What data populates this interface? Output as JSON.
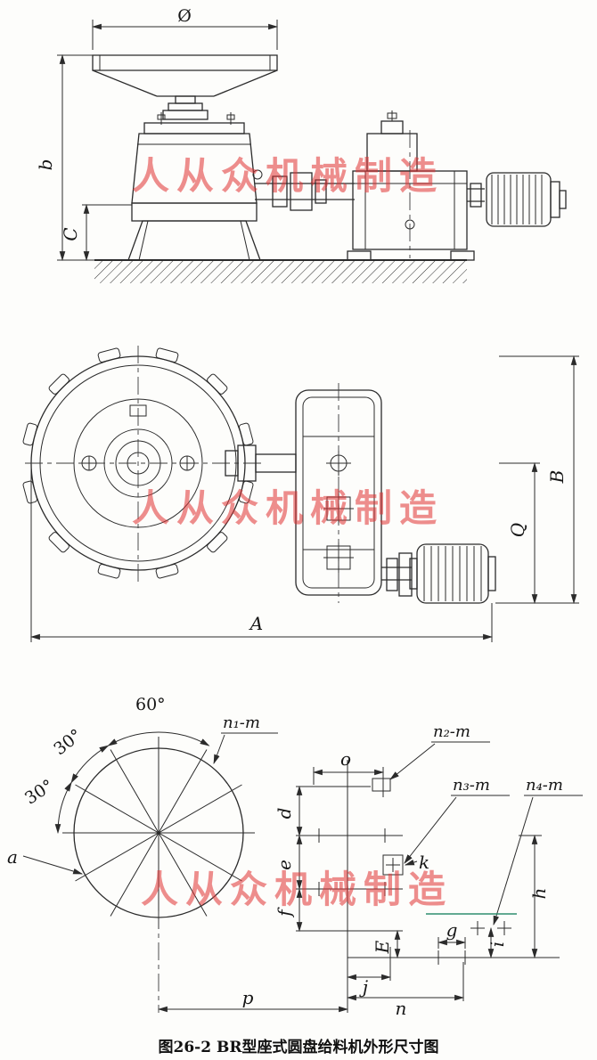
{
  "caption": "图26-2 BR型座式圆盘给料机外形尺寸图",
  "watermark": "人从众机械制造",
  "side_view": {
    "dim_diameter": "Ø",
    "dim_height": "b",
    "dim_base_height": "C"
  },
  "plan_view": {
    "dim_width": "A",
    "dim_depth": "B",
    "dim_q": "Q"
  },
  "detail_view": {
    "angle_60": "60°",
    "angle_30_upper": "30°",
    "angle_30_lower": "30°",
    "dim_a": "a",
    "holes_n1": "n₁-m",
    "holes_n2": "n₂-m",
    "holes_n3": "n₃-m",
    "holes_n4": "n₄-m",
    "dim_o": "o",
    "dim_d": "d",
    "dim_e": "e",
    "dim_f": "f",
    "dim_k": "k",
    "dim_E": "E",
    "dim_g": "g",
    "dim_h": "h",
    "dim_i": "i",
    "dim_j": "j",
    "dim_n": "n",
    "dim_p": "p"
  }
}
